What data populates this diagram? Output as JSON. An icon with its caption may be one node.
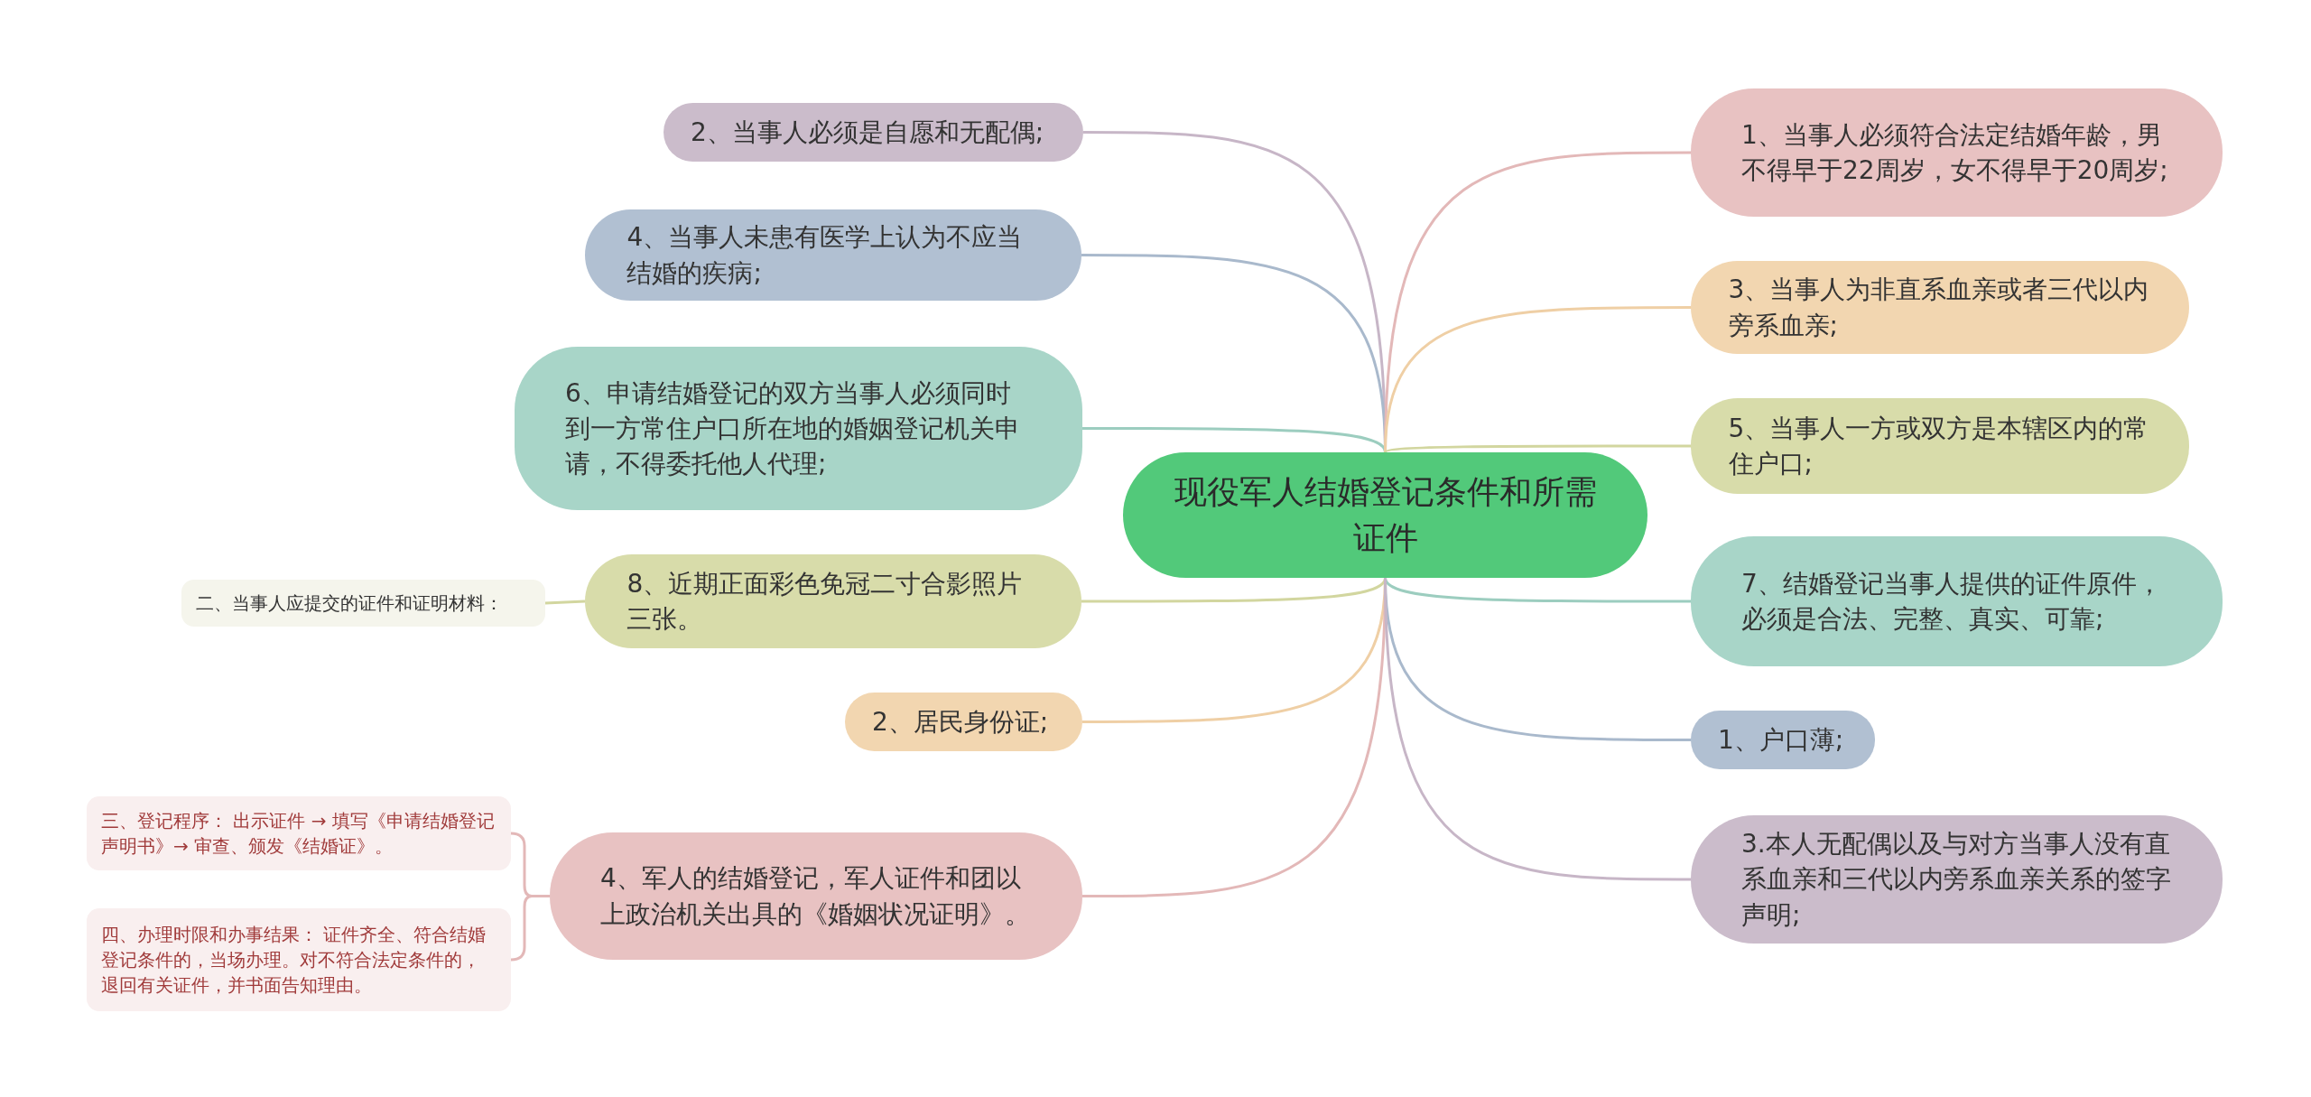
{
  "diagram": {
    "nodes": [
      {
        "text": [
          "现役军人结婚登记条件和所需证件"
        ]
      },
      {
        "text": [
          "2、当事人必须是自愿和无配偶;"
        ]
      },
      {
        "text": [
          "4、当事人未患有医学上认为不应当结婚的疾病;"
        ]
      },
      {
        "text": [
          "6、申请结婚登记的双方当事人必须同时到一方常住户口所在地的婚姻登记机关申请，不得委托他人代理;"
        ]
      },
      {
        "text": [
          "8、近期正面彩色免冠二寸合影照片三张。"
        ]
      },
      {
        "text": [
          "二、当事人应提交的证件和证明材料："
        ]
      },
      {
        "text": [
          "2、居民身份证;"
        ]
      },
      {
        "text": [
          "4、军人的结婚登记，军人证件和团以上政治机关出具的《婚姻状况证明》。"
        ]
      },
      {
        "text": [
          "三、登记程序： 出示证件 → 填写《申请结婚登记声明书》→ 审查、颁发《结婚证》。"
        ]
      },
      {
        "text": [
          "四、办理时限和办事结果： 证件齐全、符合结婚登记条件的，当场办理。对不符合法定条件的，退回有关证件，并书面告知理由。"
        ]
      },
      {
        "text": [
          "1、当事人必须符合法定结婚年龄，男不得早于22周岁，女不得早于20周岁;"
        ]
      },
      {
        "text": [
          "3、当事人为非直系血亲或者三代以内旁系血亲;"
        ]
      },
      {
        "text": [
          "5、当事人一方或双方是本辖区内的常住户口;"
        ]
      },
      {
        "text": [
          "7、结婚登记当事人提供的证件原件，必须是合法、完整、真实、可靠;"
        ]
      },
      {
        "text": [
          "1、户口薄;"
        ]
      },
      {
        "text": [
          "3.本人无配偶以及与对方当事人没有直系血亲和三代以内旁系血亲关系的签字声明;"
        ]
      }
    ],
    "edges": [
      {
        "from": 0,
        "to": 1,
        "arrow": "none",
        "color": "#c7b6c7"
      },
      {
        "from": 0,
        "to": 2,
        "arrow": "none",
        "color": "#a9b9cc"
      },
      {
        "from": 0,
        "to": 3,
        "arrow": "none",
        "color": "#9ccdbf"
      },
      {
        "from": 0,
        "to": 4,
        "arrow": "none",
        "color": "#d2d69f"
      },
      {
        "from": 4,
        "to": 5,
        "arrow": "none",
        "color": "#d2d69f"
      },
      {
        "from": 0,
        "to": 6,
        "arrow": "none",
        "color": "#efcfa5"
      },
      {
        "from": 0,
        "to": 7,
        "arrow": "none",
        "color": "#e3b8b8"
      },
      {
        "from": 7,
        "to": 8,
        "arrow": "none",
        "color": "#e3b8b8"
      },
      {
        "from": 7,
        "to": 9,
        "arrow": "none",
        "color": "#e3b8b8"
      },
      {
        "from": 0,
        "to": 10,
        "arrow": "none",
        "color": "#e3b8b8"
      },
      {
        "from": 0,
        "to": 11,
        "arrow": "none",
        "color": "#efcfa5"
      },
      {
        "from": 0,
        "to": 12,
        "arrow": "none",
        "color": "#d2d69f"
      },
      {
        "from": 0,
        "to": 13,
        "arrow": "none",
        "color": "#9ccdbf"
      },
      {
        "from": 0,
        "to": 14,
        "arrow": "none",
        "color": "#a9b9cc"
      },
      {
        "from": 0,
        "to": 15,
        "arrow": "none",
        "color": "#c7b6c7"
      }
    ]
  }
}
